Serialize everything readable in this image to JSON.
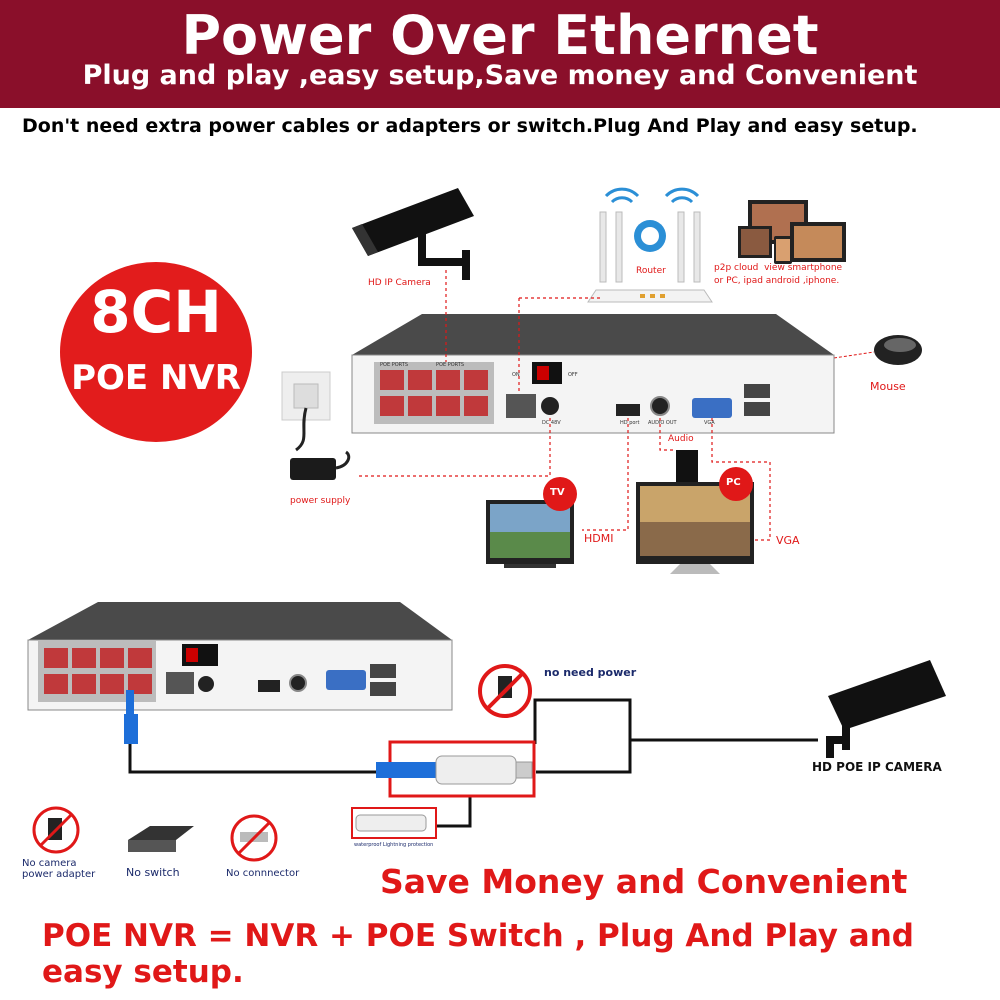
{
  "banner": {
    "title": "Power Over Ethernet",
    "subtitle": "Plug and play ,easy setup,Save money and Convenient",
    "bg_color": "#8a0f2a"
  },
  "intro": "Don't need extra power cables or adapters or switch.Plug And Play and easy setup.",
  "badge": {
    "line1": "8CH",
    "line2": "POE NVR",
    "color": "#e21c1c"
  },
  "top_diagram": {
    "camera_label": "HD IP Camera",
    "router_label": "Router",
    "cloud_label": "p2p cloud  view smartphone\nor PC, ipad android ,iphone.",
    "mouse_label": "Mouse",
    "power_label": "power supply",
    "audio_label": "Audio",
    "tv_badge": "TV",
    "pc_badge": "PC",
    "hdmi_label": "HDMI",
    "vga_label": "VGA",
    "poe_ports_label": "POE PORTS",
    "on_label": "ON",
    "off_label": "OFF",
    "dc_label": "DC 48V",
    "hd_port_label": "HD port",
    "audio_out_label": "AUDIO OUT",
    "vga_port_label": "VGA"
  },
  "bottom_diagram": {
    "no_power_label": "no need power",
    "camera_label": "HD POE IP CAMERA",
    "waterproof_label": "waterproof Lightning protection",
    "no_adapter_label": "No camera\npower adapter",
    "no_switch_label": "No switch",
    "no_connector_label": "No connnector"
  },
  "slogan": "Save Money and Convenient",
  "equation": "POE NVR = NVR + POE Switch , Plug And Play and easy setup.",
  "colors": {
    "accent_red": "#e01818",
    "navy": "#1b2a6b",
    "nvr_body": "#3a3a3a",
    "port_red": "#c0393b"
  }
}
